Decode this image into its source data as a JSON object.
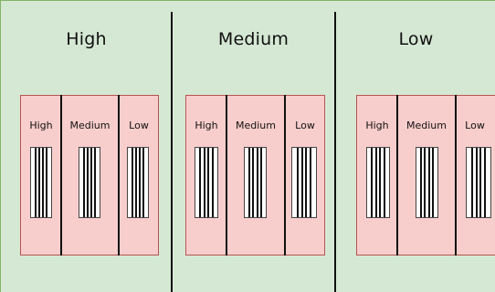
{
  "columns": [
    {
      "title": "High",
      "subcolumns": [
        "High",
        "Medium",
        "Low"
      ]
    },
    {
      "title": "Medium",
      "subcolumns": [
        "High",
        "Medium",
        "Low"
      ]
    },
    {
      "title": "Low",
      "subcolumns": [
        "High",
        "Medium",
        "Low"
      ]
    }
  ],
  "colors": {
    "background": "#d5e8d4",
    "background_border": "#82b366",
    "box_fill": "#f8cecc",
    "box_border": "#b85450",
    "lines": "#111111"
  },
  "icons": {
    "subcolumn_icon": "vertical-bars-icon"
  }
}
